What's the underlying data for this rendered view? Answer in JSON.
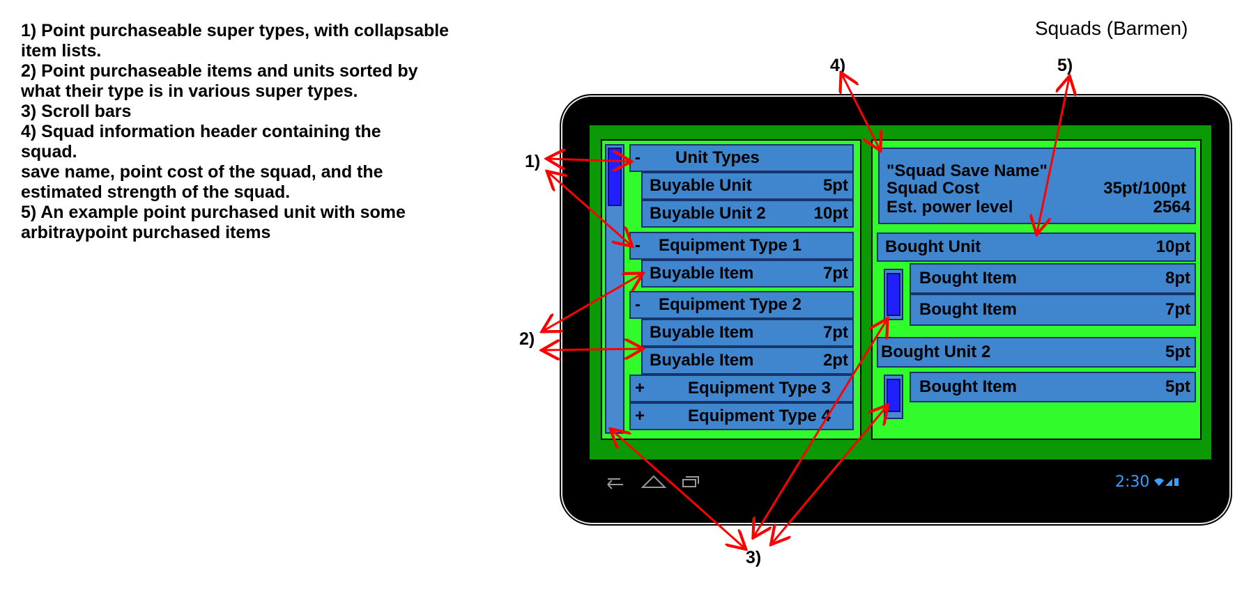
{
  "title": "Squads (Barmen)",
  "notes": [
    "1) Point purchaseable super types, with collapsable",
    "item lists.",
    "2) Point purchaseable items and units sorted by",
    "what their type is in various super types.",
    "3) Scroll bars",
    "4) Squad information header containing the",
    "squad.",
    "save name, point cost of the squad, and the",
    "estimated strength of the squad.",
    "5) An example point purchased unit with some",
    "arbitraypoint purchased items"
  ],
  "callouts": {
    "c1": "1)",
    "c2": "2)",
    "c3": "3)",
    "c4": "4)",
    "c5": "5)"
  },
  "left_list": {
    "unit_types": {
      "sign": "-",
      "label": "Unit Types"
    },
    "buyable_unit_1": {
      "label": "Buyable Unit",
      "cost": "5pt"
    },
    "buyable_unit_2": {
      "label": "Buyable Unit 2",
      "cost": "10pt"
    },
    "equip_type_1": {
      "sign": "-",
      "label": "Equipment Type 1"
    },
    "buyable_item_1": {
      "label": "Buyable Item",
      "cost": "7pt"
    },
    "equip_type_2": {
      "sign": "-",
      "label": "Equipment Type 2"
    },
    "buyable_item_2": {
      "label": "Buyable Item",
      "cost": "7pt"
    },
    "buyable_item_3": {
      "label": "Buyable Item",
      "cost": "2pt"
    },
    "equip_type_3": {
      "sign": "+",
      "label": "Equipment Type 3"
    },
    "equip_type_4": {
      "sign": "+",
      "label": "Equipment Type 4"
    }
  },
  "squad_header": {
    "save_name": "\"Squad Save Name\"",
    "cost_label": "Squad Cost",
    "cost_value": "35pt/100pt",
    "power_label": "Est. power level",
    "power_value": "2564"
  },
  "squad": {
    "unit_1": {
      "label": "Bought Unit",
      "cost": "10pt"
    },
    "unit_1_item_1": {
      "label": "Bought Item",
      "cost": "8pt"
    },
    "unit_1_item_2": {
      "label": "Bought Item",
      "cost": "7pt"
    },
    "unit_2": {
      "label": "Bought Unit 2",
      "cost": "5pt"
    },
    "unit_2_item_1": {
      "label": "Bought Item",
      "cost": "5pt"
    }
  },
  "status_bar": {
    "time": "2:30"
  },
  "colors": {
    "screen": "#0b9a05",
    "panel": "#32fb2b",
    "row": "#3f86cf",
    "thumb": "#2020ff",
    "arrow": "#ff0000"
  },
  "icons": [
    "back-icon",
    "home-icon",
    "recents-icon",
    "wifi-icon",
    "signal-icon",
    "battery-icon"
  ]
}
